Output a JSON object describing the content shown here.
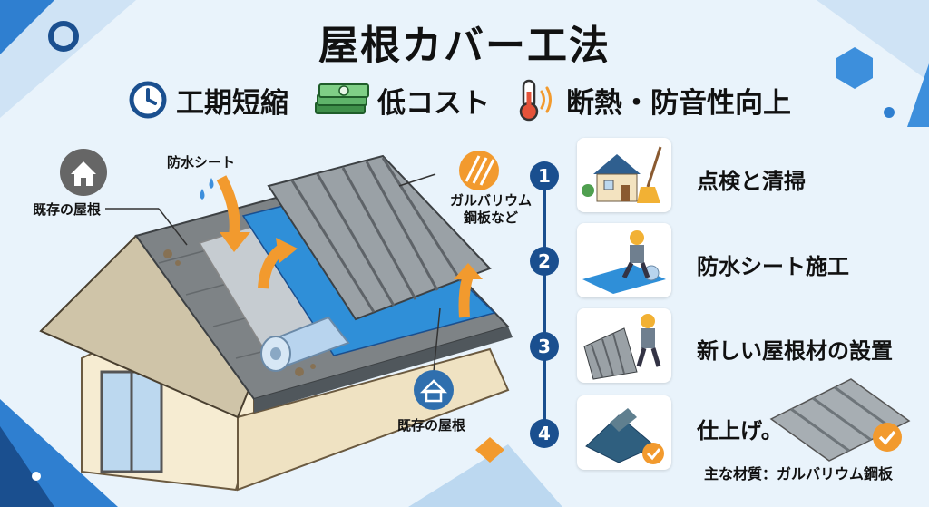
{
  "title": "屋根カバー工法",
  "features": [
    {
      "label": "工期短縮",
      "icon": "clock-icon"
    },
    {
      "label": "低コスト",
      "icon": "money-stack-icon"
    },
    {
      "label": "断熱・防音性向上",
      "icon": "thermometer-icon"
    }
  ],
  "illustration": {
    "waterproof_sheet": "防水シート",
    "existing_roof_top": "既存の屋根",
    "galvalume": "ガルバリウム\n鋼板など",
    "existing_roof_bottom": "既存の屋根"
  },
  "steps": [
    {
      "num": "1",
      "label": "点検と清掃"
    },
    {
      "num": "2",
      "label": "防水シート施工"
    },
    {
      "num": "3",
      "label": "新しい屋根材の設置"
    },
    {
      "num": "4",
      "label": "仕上げ。"
    }
  ],
  "material_note": "主な材質：ガルバリウム鋼板",
  "colors": {
    "navy": "#1a4f8f",
    "accent_orange": "#f29a2e",
    "sheet_blue": "#2f8fd8"
  }
}
